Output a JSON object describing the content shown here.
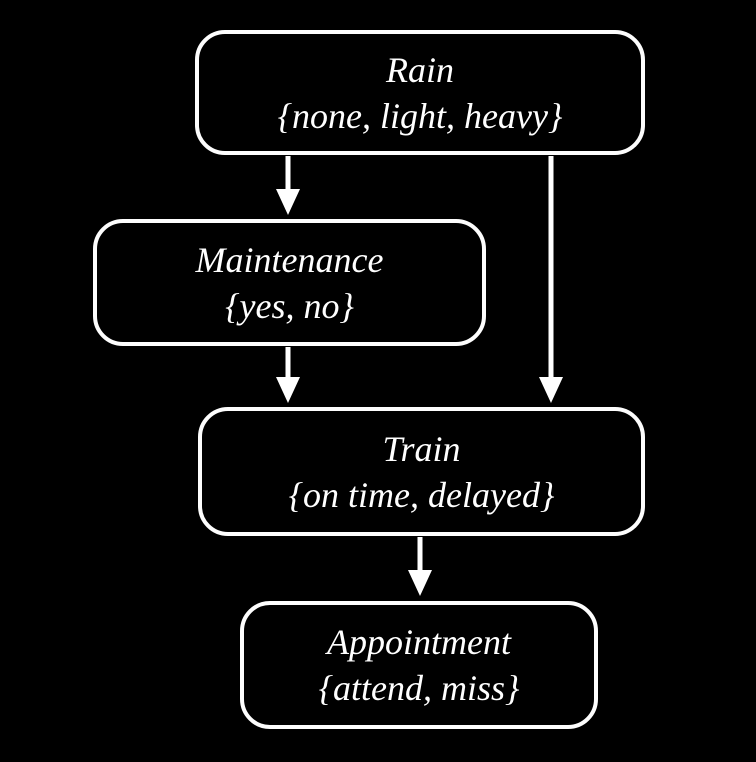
{
  "diagram": {
    "type": "bayesian-network",
    "background_color": "#000000",
    "node_border_color": "#ffffff",
    "node_fill_color": "#000000",
    "text_color": "#ffffff",
    "arrow_color": "#ffffff",
    "nodes": [
      {
        "id": "rain",
        "name": "Rain",
        "values": "{none, light, heavy}"
      },
      {
        "id": "maintenance",
        "name": "Maintenance",
        "values": "{yes, no}"
      },
      {
        "id": "train",
        "name": "Train",
        "values": "{on time, delayed}"
      },
      {
        "id": "appointment",
        "name": "Appointment",
        "values": "{attend, miss}"
      }
    ],
    "edges": [
      {
        "from": "rain",
        "to": "maintenance"
      },
      {
        "from": "rain",
        "to": "train"
      },
      {
        "from": "maintenance",
        "to": "train"
      },
      {
        "from": "train",
        "to": "appointment"
      }
    ]
  }
}
